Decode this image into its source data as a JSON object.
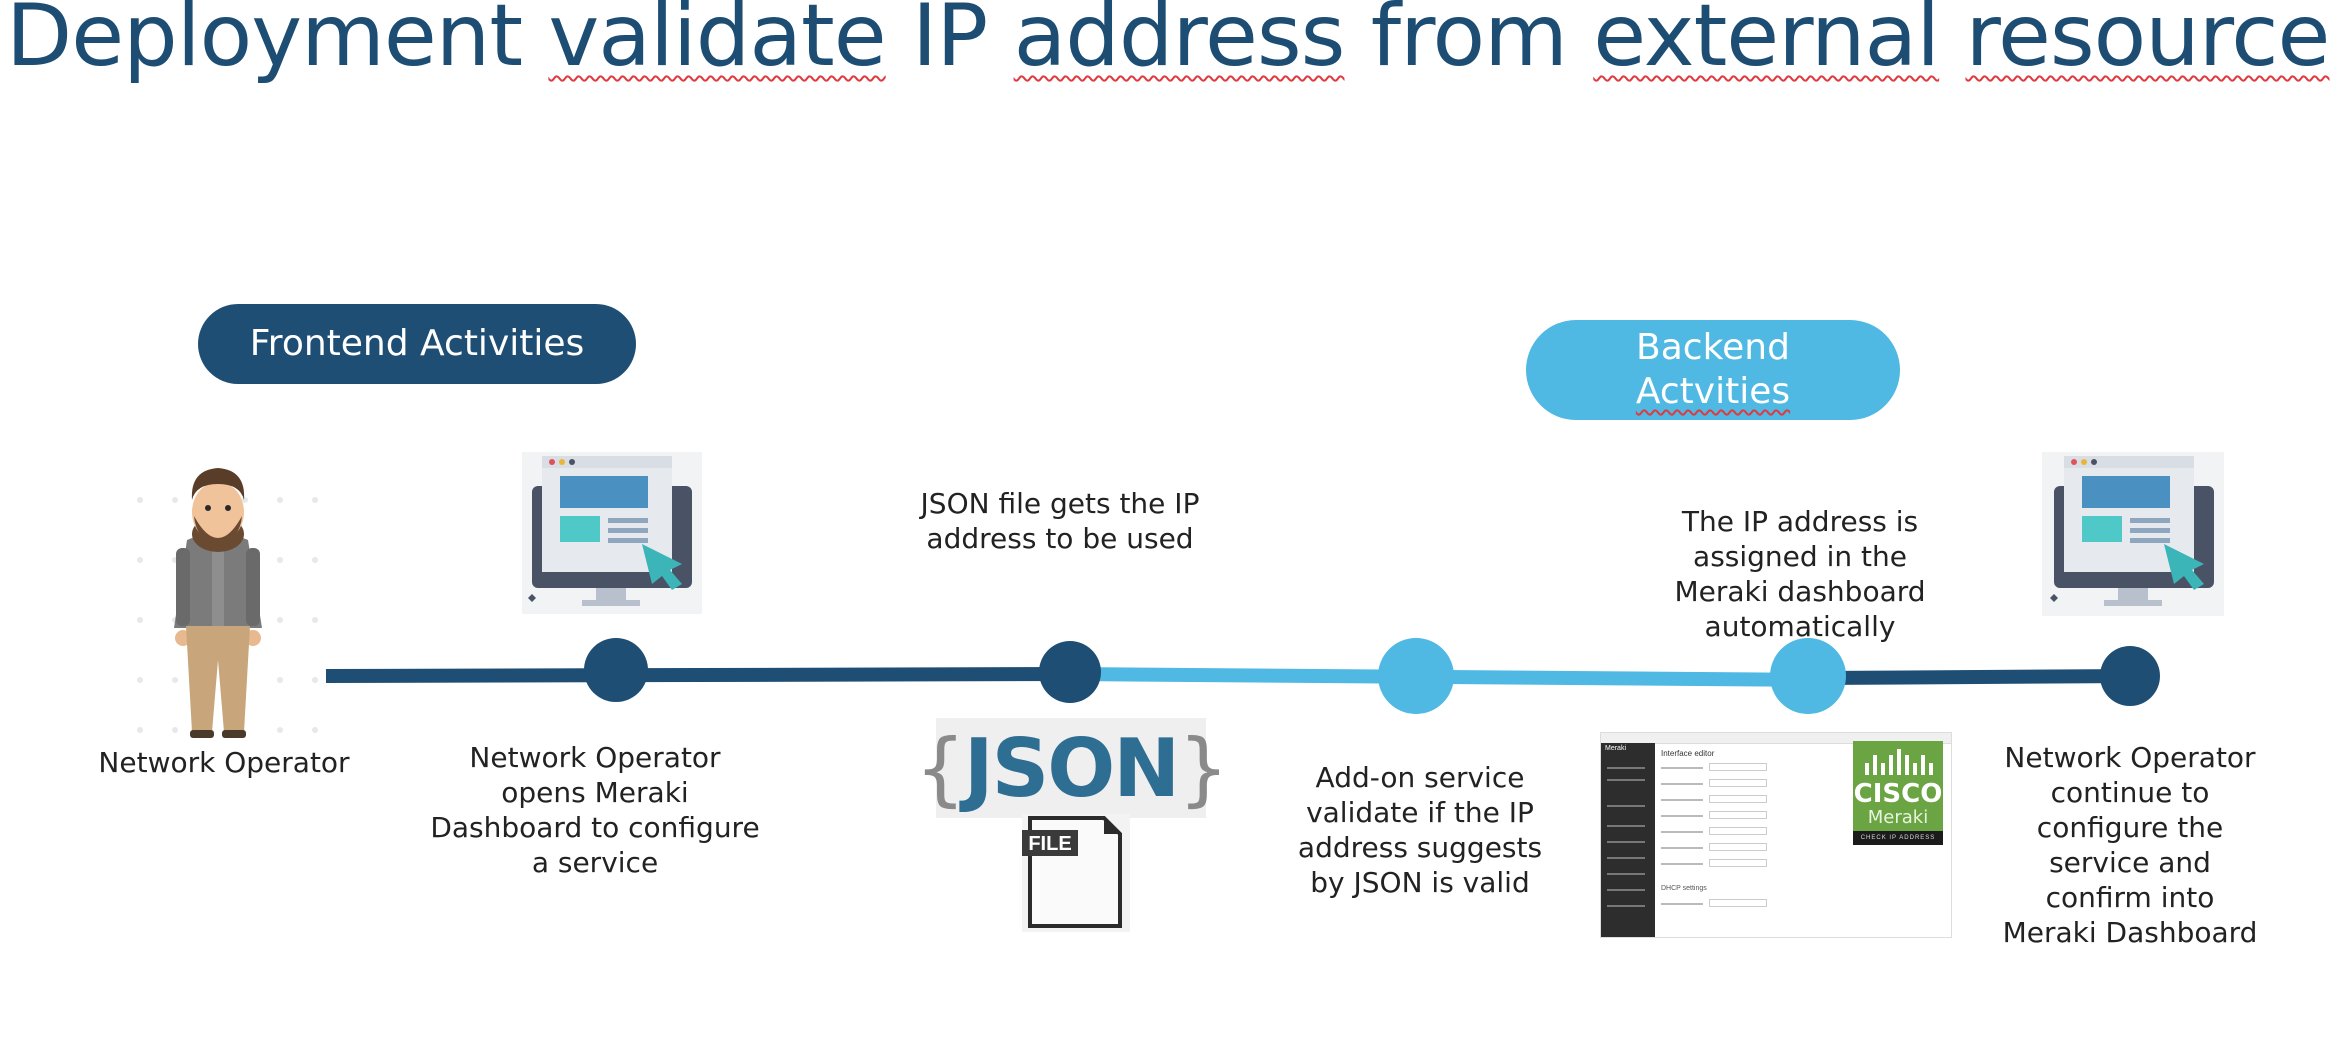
{
  "title": {
    "parts": [
      "Deployment ",
      "validate",
      " IP ",
      "address",
      " from ",
      "external",
      " ",
      "resource"
    ]
  },
  "phases": {
    "frontend": "Frontend  Activities",
    "backend_line1": "Backend",
    "backend_line2": "Actvities"
  },
  "labels": {
    "operator": "Network Operator",
    "step1": "Network Operator\nopens Meraki\nDashboard to configure\na service",
    "step2": "JSON file gets  the IP\naddress to be used",
    "step3": "Add-on service\nvalidate if the IP\naddress suggests\nby  JSON is valid",
    "step4": "The IP address is\nassigned in  the\nMeraki dashboard\nautomatically",
    "step5": "Network Operator\ncontinue to\nconfigure the\nservice and\nconfirm into\nMeraki Dashboard"
  },
  "icons": {
    "json_logo_text": "JSON",
    "json_brace_open": "{",
    "json_brace_close": "}",
    "file_tag": "FILE",
    "brand_name": "CISCO",
    "brand_product": "Meraki",
    "brand_caption": "CHECK IP ADDRESS",
    "dashboard_app": "Meraki",
    "dashboard_heading": "Interface editor",
    "dashboard_section": "DHCP settings"
  },
  "colors": {
    "title": "#1d4d73",
    "frontend": "#1f4e74",
    "backend": "#4fb8e3",
    "timeline_dark": "#1f4e74",
    "timeline_light": "#4fb8e3"
  },
  "timeline": {
    "nodes": [
      {
        "phase": "frontend"
      },
      {
        "phase": "frontend"
      },
      {
        "phase": "backend"
      },
      {
        "phase": "backend"
      },
      {
        "phase": "frontend"
      }
    ]
  }
}
